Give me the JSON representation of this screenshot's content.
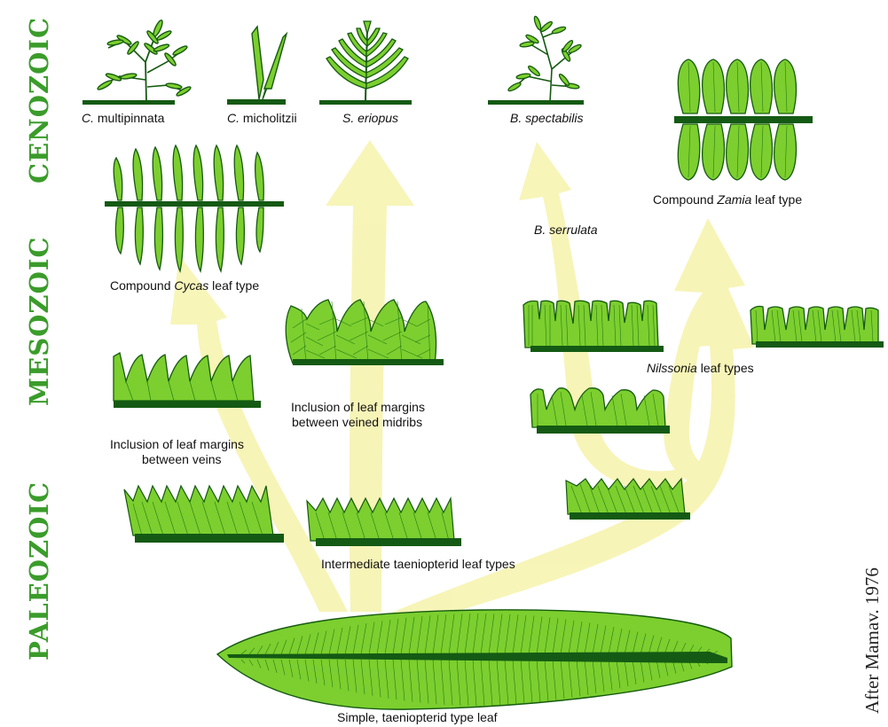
{
  "eras": {
    "cenozoic": "CENOZOIC",
    "mesozoic": "MESOZOIC",
    "paleozoic": "PALEOZOIC"
  },
  "labels": {
    "c_multipinnata": {
      "genus": "C.",
      "species": " multipinnata"
    },
    "c_micholitzii": {
      "genus": "C.",
      "species": " micholitzii"
    },
    "s_eriopus": {
      "genus": "S. eriopus",
      "species": ""
    },
    "b_spectabilis": {
      "genus": "B. spectabilis",
      "species": ""
    },
    "b_serrulata": {
      "genus": "B. serrulata",
      "species": ""
    },
    "cycas": {
      "pre": "Compound ",
      "ital": "Cycas",
      "post": " leaf type"
    },
    "zamia": {
      "pre": "Compound ",
      "ital": "Zamia",
      "post": " leaf type"
    },
    "nilssonia": {
      "ital": "Nilssonia",
      "post": " leaf types"
    },
    "margins_veins": [
      "Inclusion of leaf margins",
      "between veins"
    ],
    "margins_midribs": [
      "Inclusion of leaf margins",
      "between veined midribs"
    ],
    "intermediate": "Intermediate taeniopterid leaf types",
    "simple": "Simple, taeniopterid type leaf"
  },
  "credit": "After Mamav. 1976",
  "colors": {
    "leaf_fill": "#7ccf2e",
    "leaf_stroke": "#155a10",
    "stem": "#145a14",
    "arrow": "#f7f4b4",
    "era_text": "#3a9c2a"
  }
}
